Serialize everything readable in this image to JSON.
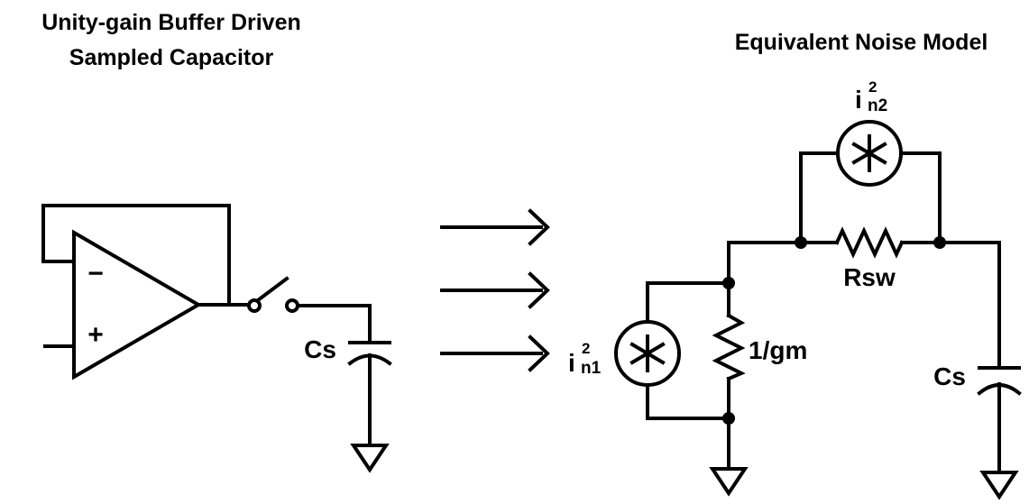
{
  "left_title": {
    "line1": "Unity-gain Buffer Driven",
    "line2": "Sampled Capacitor"
  },
  "right_title": "Equivalent Noise Model",
  "left_circuit": {
    "opamp_minus": "−",
    "opamp_plus": "+",
    "capacitor_label": "Cs"
  },
  "arrows": [
    "arrow",
    "arrow",
    "arrow"
  ],
  "right_circuit": {
    "source1": {
      "base": "i",
      "subscript": "n1",
      "superscript": "2"
    },
    "source2": {
      "base": "i",
      "subscript": "n2",
      "superscript": "2"
    },
    "resistor1_label": "1/gm",
    "resistor2_label": "Rsw",
    "capacitor_label": "Cs"
  },
  "icons": {
    "noise_source": "asterisk-in-circle",
    "ground": "ground-triangle"
  }
}
